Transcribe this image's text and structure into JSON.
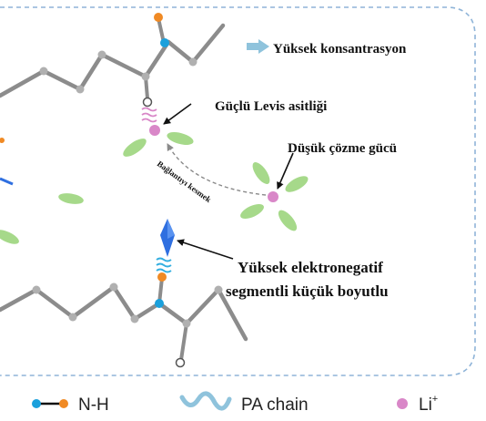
{
  "labels": {
    "high_concentration": "Yüksek konsantrasyon",
    "strong_lewis_acidity": "Güçlü Levis asitliği",
    "low_solvation": "Düşük çözme gücü",
    "break_coordination": "Bağlantıyı kesmek",
    "segment_line1": "Yüksek elektronegatif",
    "segment_line2": "segmentli küçük boyutlu"
  },
  "legend": {
    "nh": "N-H",
    "pa_chain": "PA chain",
    "li_prefix": "Li",
    "li_suffix": "+"
  },
  "colors": {
    "chain": "#8c8c8c",
    "node": "#b0b0b0",
    "nitrogen": "#1aa0dc",
    "hydrogen": "#f08a24",
    "lithium": "#d987c8",
    "solvent": "#a6d98a",
    "anion": "#2f6fe0",
    "border": "#8fb4d8",
    "arrow_fill": "#8fc3dc"
  }
}
